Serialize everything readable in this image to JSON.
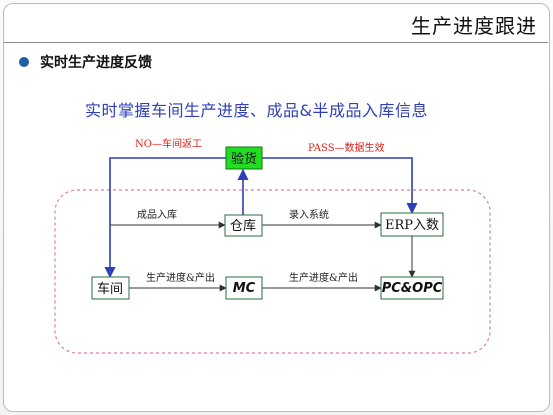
{
  "slide": {
    "title": "生产进度跟进",
    "bullet": "实时生产进度反馈",
    "subtitle": "实时掌握车间生产进度、成品&半成品入库信息"
  },
  "nodes": {
    "inspect": "验货",
    "warehouse": "仓库",
    "erp": "ERP入数",
    "workshop": "车间",
    "mc": "MC",
    "pcopc": "PC&OPC"
  },
  "edges": {
    "rework": "NO—车间返工",
    "pass": "PASS—数据生效",
    "finished_in": "成品入库",
    "enter_system": "录入系统",
    "progress_to_mc": "生产进度&产出",
    "progress_to_pc": "生产进度&产出"
  },
  "colors": {
    "accent_blue": "#2e3fb8",
    "reject_red": "#e0201b",
    "inspect_fill": "#22dd22",
    "boundary_pink": "#e07aa8"
  }
}
